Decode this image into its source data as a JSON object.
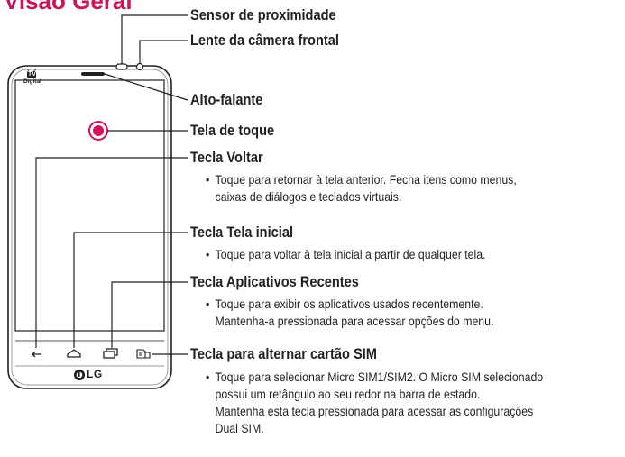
{
  "page": {
    "title": "Visão Geral"
  },
  "phone": {
    "tv_badge": "TV",
    "digital_label": "Digital",
    "logo_text": "LG"
  },
  "colors": {
    "accent": "#c8165b",
    "touch_marker": "#d4145a",
    "text": "#231f20"
  },
  "labels": [
    {
      "id": "proximity",
      "title": "Sensor de proximidade",
      "description": []
    },
    {
      "id": "front-camera",
      "title": "Lente da câmera frontal",
      "description": []
    },
    {
      "id": "speaker",
      "title": "Alto-falante",
      "description": []
    },
    {
      "id": "touchscreen",
      "title": "Tela de toque",
      "description": []
    },
    {
      "id": "back-key",
      "title": "Tecla Voltar",
      "description": [
        "Toque para retornar à tela anterior. Fecha itens como menus,",
        "caixas de diálogos e teclados virtuais."
      ]
    },
    {
      "id": "home-key",
      "title": "Tecla Tela inicial",
      "description": [
        "Toque para voltar à tela inicial a partir de qualquer tela."
      ]
    },
    {
      "id": "recent-apps-key",
      "title": "Tecla Aplicativos Recentes",
      "description": [
        "Toque para exibir os aplicativos usados recentemente.",
        "Mantenha-a pressionada para acessar opções do menu."
      ]
    },
    {
      "id": "sim-switch-key",
      "title": "Tecla para alternar cartão SIM",
      "description": [
        "Toque para selecionar Micro SIM1/SIM2. O Micro SIM selecionado",
        "possui um retângulo ao seu redor na barra de estado.",
        "Mantenha esta tecla pressionada para acessar as configurações",
        "Dual SIM."
      ]
    }
  ],
  "bullet_symbol": "•",
  "icons": [
    "back-icon",
    "home-icon",
    "recent-apps-icon",
    "sim-switch-icon",
    "lg-logo-icon",
    "tv-icon"
  ]
}
